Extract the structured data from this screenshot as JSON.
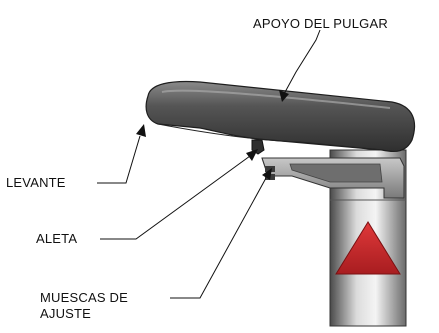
{
  "labels": {
    "thumb_rest": "APOYO DEL PULGAR",
    "lift": "LEVANTE",
    "fin": "ALETA",
    "notches_line1": "MUESCAS DE",
    "notches_line2": "AJUSTE"
  },
  "colors": {
    "thumb_rest_body": "#4a4a4a",
    "base_metal": "#9a9a9a",
    "arrow_red": "#c0262a",
    "leader_line": "#111111"
  }
}
